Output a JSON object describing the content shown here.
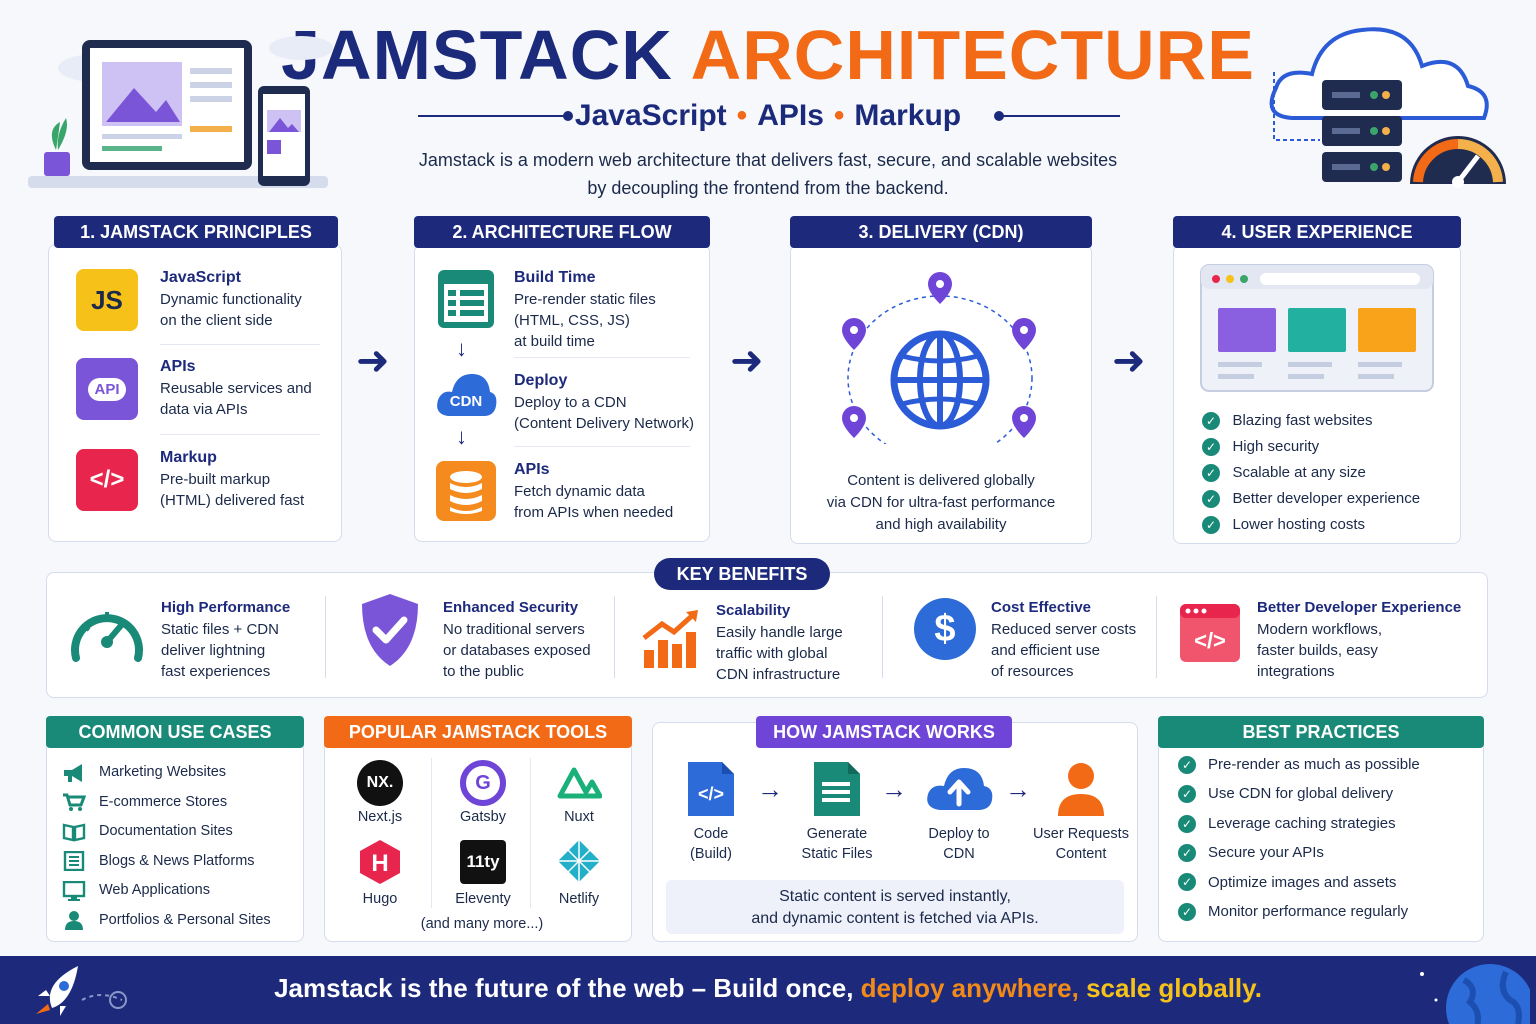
{
  "header": {
    "title_part1": "JAMSTACK",
    "title_part2": "ARCHITECTURE",
    "sub1": "JavaScript",
    "sub2": "APIs",
    "sub3": "Markup",
    "desc_line1": "Jamstack is a modern web architecture that delivers fast, secure, and scalable websites",
    "desc_line2": "by decoupling the frontend from the backend."
  },
  "principles": {
    "title": "1. JAMSTACK PRINCIPLES",
    "items": [
      {
        "icon": "JS",
        "title": "JavaScript",
        "l1": "Dynamic functionality",
        "l2": "on the client side"
      },
      {
        "icon": "API",
        "title": "APIs",
        "l1": "Reusable services and",
        "l2": "data via APIs"
      },
      {
        "icon": "</>",
        "title": "Markup",
        "l1": "Pre-built markup",
        "l2": "(HTML) delivered fast"
      }
    ]
  },
  "flow": {
    "title": "2. ARCHITECTURE FLOW",
    "cdn_icon": "CDN",
    "items": [
      {
        "title": "Build Time",
        "l1": "Pre-render static files",
        "l2": "(HTML, CSS, JS)",
        "l3": "at build time"
      },
      {
        "title": "Deploy",
        "l1": "Deploy to a CDN",
        "l2": "(Content Delivery Network)"
      },
      {
        "title": "APIs",
        "l1": "Fetch dynamic data",
        "l2": "from APIs when needed"
      }
    ]
  },
  "delivery": {
    "title": "3. DELIVERY (CDN)",
    "l1": "Content is delivered globally",
    "l2": "via CDN for ultra-fast performance",
    "l3": "and high availability"
  },
  "ux": {
    "title": "4. USER EXPERIENCE",
    "items": [
      "Blazing fast websites",
      "High security",
      "Scalable at any size",
      "Better developer experience",
      "Lower hosting costs"
    ]
  },
  "benefits": {
    "title": "KEY BENEFITS",
    "items": [
      {
        "title": "High Performance",
        "l1": "Static files + CDN",
        "l2": "deliver lightning",
        "l3": "fast experiences"
      },
      {
        "title": "Enhanced Security",
        "l1": "No traditional servers",
        "l2": "or databases exposed",
        "l3": "to the public"
      },
      {
        "title": "Scalability",
        "l1": "Easily handle large",
        "l2": "traffic with global",
        "l3": "CDN infrastructure"
      },
      {
        "title": "Cost Effective",
        "l1": "Reduced server costs",
        "l2": "and efficient use",
        "l3": "of resources"
      },
      {
        "title": "Better Developer Experience",
        "l1": "Modern workflows,",
        "l2": "faster builds, easy",
        "l3": "integrations"
      }
    ]
  },
  "usecases": {
    "title": "COMMON USE CASES",
    "items": [
      "Marketing Websites",
      "E-commerce Stores",
      "Documentation Sites",
      "Blogs & News Platforms",
      "Web Applications",
      "Portfolios & Personal Sites"
    ]
  },
  "tools": {
    "title": "POPULAR JAMSTACK TOOLS",
    "items": [
      {
        "name": "Next.js",
        "logo": "NX."
      },
      {
        "name": "Gatsby",
        "logo": "G"
      },
      {
        "name": "Nuxt",
        "logo": "N"
      },
      {
        "name": "Hugo",
        "logo": "H"
      },
      {
        "name": "Eleventy",
        "logo": "11ty"
      },
      {
        "name": "Netlify",
        "logo": "◆"
      }
    ],
    "more": "(and many more...)"
  },
  "how": {
    "title": "HOW JAMSTACK WORKS",
    "steps": [
      {
        "l1": "Code",
        "l2": "(Build)"
      },
      {
        "l1": "Generate",
        "l2": "Static Files"
      },
      {
        "l1": "Deploy to",
        "l2": "CDN"
      },
      {
        "l1": "User Requests",
        "l2": "Content"
      }
    ],
    "note1": "Static content is served instantly,",
    "note2": "and dynamic content is fetched via APIs."
  },
  "practices": {
    "title": "BEST PRACTICES",
    "items": [
      "Pre-render as much as possible",
      "Use CDN for global delivery",
      "Leverage caching strategies",
      "Secure your APIs",
      "Optimize images and assets",
      "Monitor performance regularly"
    ]
  },
  "footer": {
    "part1": "Jamstack is the future of the web – Build once,",
    "part2": "deploy anywhere,",
    "part3": "scale globally."
  },
  "colors": {
    "navy": "#1d2a7c",
    "orange": "#f26a16",
    "green": "#1a8a78",
    "purple": "#6f45d8"
  }
}
